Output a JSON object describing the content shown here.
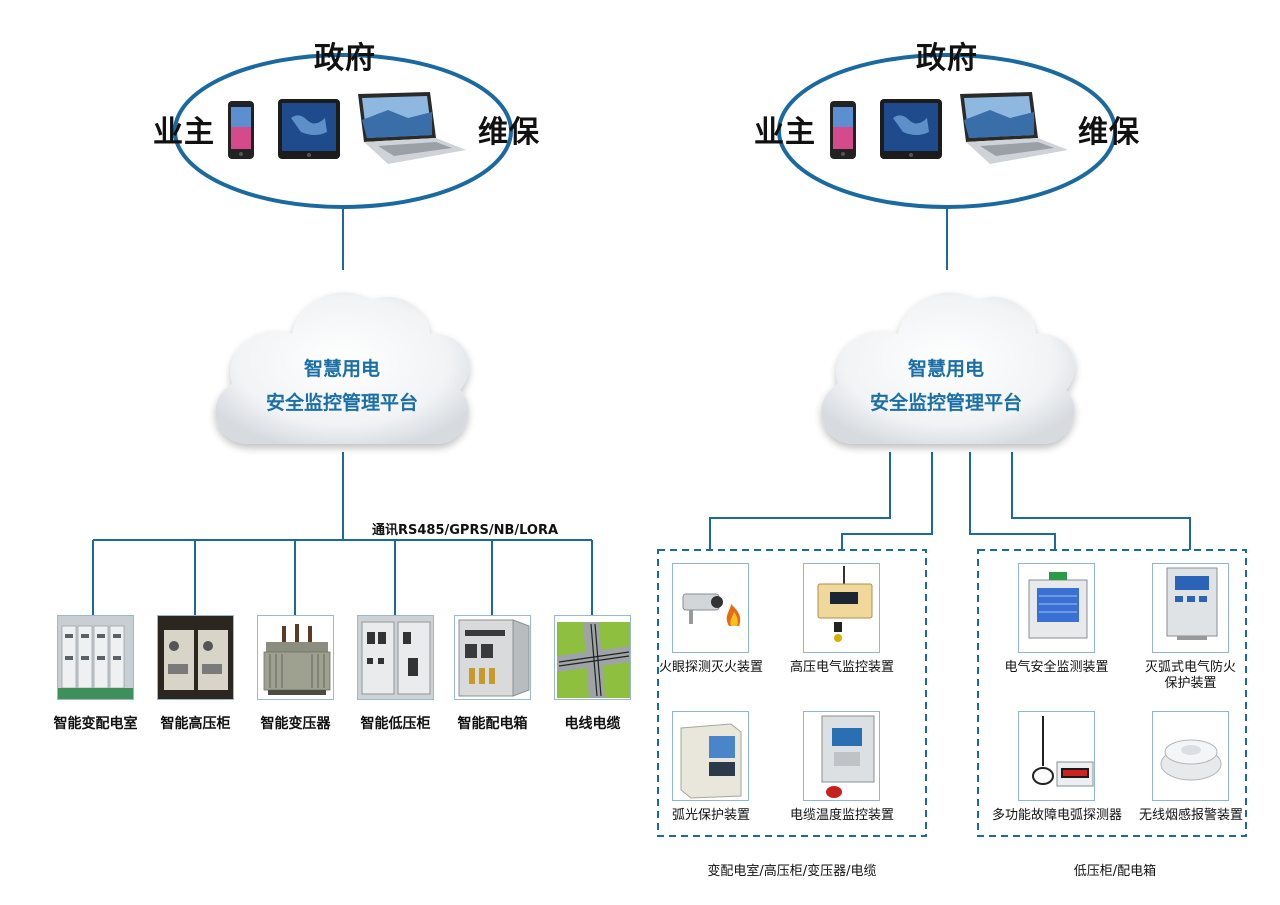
{
  "colors": {
    "line": "#1a6aa0",
    "dashed": "#1a6aa0",
    "cloud_text": "#1a6fa6"
  },
  "left_system": {
    "ring": {
      "top": "政府",
      "left": "业主",
      "right": "维保",
      "icons": [
        "smartphone-icon",
        "tablet-icon",
        "laptop-icon"
      ]
    },
    "cloud": {
      "line1": "智慧用电",
      "line2": "安全监控管理平台"
    },
    "comm_label": "通讯RS485/GPRS/NB/LORA",
    "equipment": [
      {
        "label": "智能变配电室",
        "icon": "switchgear-room-photo"
      },
      {
        "label": "智能高压柜",
        "icon": "high-voltage-cabinet-photo"
      },
      {
        "label": "智能变压器",
        "icon": "transformer-photo"
      },
      {
        "label": "智能低压柜",
        "icon": "low-voltage-cabinet-photo"
      },
      {
        "label": "智能配电箱",
        "icon": "distribution-box-photo"
      },
      {
        "label": "电线电缆",
        "icon": "cable-tray-photo"
      }
    ]
  },
  "right_system": {
    "ring": {
      "top": "政府",
      "left": "业主",
      "right": "维保",
      "icons": [
        "smartphone-icon",
        "tablet-icon",
        "laptop-icon"
      ]
    },
    "cloud": {
      "line1": "智慧用电",
      "line2": "安全监控管理平台"
    },
    "group_a": {
      "caption": "变配电室/高压柜/变压器/电缆",
      "devices": [
        {
          "label": "火眼探测灭火装置",
          "icon": "camera-fire-icon"
        },
        {
          "label": "高压电气监控装置",
          "icon": "hv-monitor-icon"
        },
        {
          "label": "弧光保护装置",
          "icon": "arc-protection-icon"
        },
        {
          "label": "电缆温度监控装置",
          "icon": "cable-temp-monitor-icon"
        }
      ]
    },
    "group_b": {
      "caption": "低压柜/配电箱",
      "devices": [
        {
          "label": "电气安全监测装置",
          "icon": "electric-safety-meter-icon"
        },
        {
          "label": "灭弧式电气防火",
          "label2": "保护装置",
          "icon": "arc-extinguish-protector-icon"
        },
        {
          "label": "多功能故障电弧探测器",
          "icon": "arc-fault-detector-icon"
        },
        {
          "label": "无线烟感报警装置",
          "icon": "smoke-alarm-icon"
        }
      ]
    }
  }
}
